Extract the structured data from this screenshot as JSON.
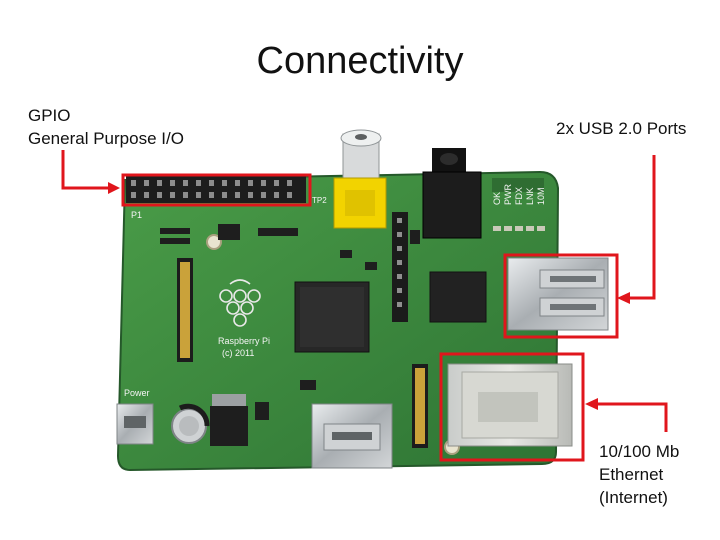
{
  "slide": {
    "title": "Connectivity"
  },
  "callouts": {
    "gpio": {
      "line1": "GPIO",
      "line2": "General Purpose I/O"
    },
    "usb": {
      "text": "2x USB 2.0 Ports"
    },
    "ethernet": {
      "line1": "10/100 Mb",
      "line2": "Ethernet",
      "line3": "(Internet)"
    }
  },
  "board": {
    "silk_gpio_header": "P1",
    "silk_usb_leds": [
      "OK",
      "PWR",
      "FDX",
      "LNK",
      "10M"
    ],
    "silk_brand": "Raspberry Pi",
    "silk_copyright": "(c) 2011",
    "silk_power": "Power",
    "silk_tp2": "TP2"
  },
  "colors": {
    "highlight": "#e0161c",
    "board_green": "#3f8f3f",
    "board_dark": "#2f6d32"
  }
}
